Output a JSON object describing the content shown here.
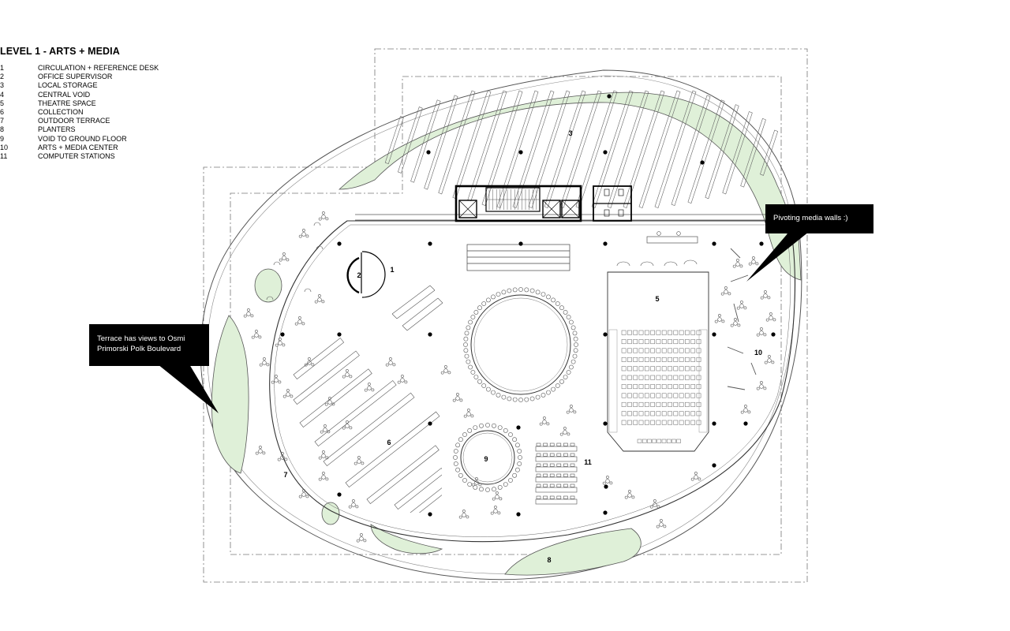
{
  "legend": {
    "title": "LEVEL 1 - ARTS + MEDIA",
    "items": [
      {
        "num": "1",
        "label": "CIRCULATION + REFERENCE DESK"
      },
      {
        "num": "2",
        "label": "OFFICE SUPERVISOR"
      },
      {
        "num": "3",
        "label": "LOCAL STORAGE"
      },
      {
        "num": "4",
        "label": "CENTRAL VOID"
      },
      {
        "num": "5",
        "label": "THEATRE SPACE"
      },
      {
        "num": "6",
        "label": "COLLECTION"
      },
      {
        "num": "7",
        "label": "OUTDOOR TERRACE"
      },
      {
        "num": "8",
        "label": "PLANTERS"
      },
      {
        "num": "9",
        "label": "VOID TO GROUND FLOOR"
      },
      {
        "num": "10",
        "label": "ARTS + MEDIA CENTER"
      },
      {
        "num": "11",
        "label": "COMPUTER STATIONS"
      }
    ]
  },
  "plan_labels": {
    "r1": "1",
    "r2": "2",
    "r3": "3",
    "r5": "5",
    "r6": "6",
    "r7": "7",
    "r8": "8",
    "r9": "9",
    "r10": "10",
    "r11": "11"
  },
  "callouts": {
    "media_walls": "Pivoting media walls :)",
    "terrace_line1": "Terrace has views to Osmi",
    "terrace_line2": "Primorski Polk Boulevard"
  },
  "colors": {
    "planter_green": "#dff0d8",
    "line": "#444444",
    "callout_bg": "#000000"
  }
}
